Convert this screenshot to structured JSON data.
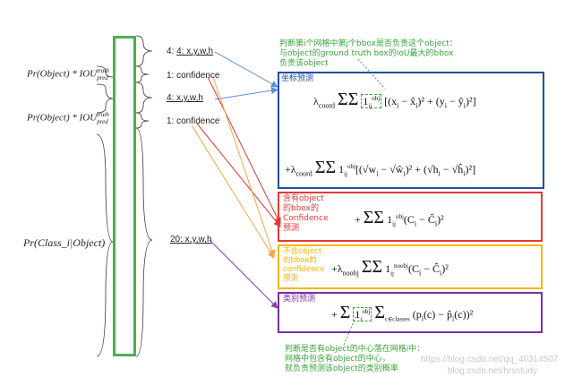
{
  "left_labels": {
    "conf_label_1": "Pr(Object) * IOU",
    "conf_label_2": "Pr(Object) * IOU",
    "iou_sup": "truth",
    "iou_sub": "pred",
    "class_label": "Pr(Class_i|Object)"
  },
  "segments": {
    "seg1": "4: x,y,w,h",
    "seg2": "1: confidence",
    "seg3": "4: x,y,w,h",
    "seg4": "1: confidence",
    "seg5": "20: x,y,w,h"
  },
  "notes": {
    "top_line1": "判断第i个网格中第j个bbox是否负责这个object：",
    "top_line2": "与object的ground truth box的IoU最大的bbox",
    "top_line3": "负责该object",
    "bottom_line1": "判断是否有object的中心落在网格i中：",
    "bottom_line2": "网格中包含有object的中心，",
    "bottom_line3": "就负责预测该object的类别概率"
  },
  "boxes": {
    "coord_title": "坐标预测",
    "obj_line1": "含有object",
    "obj_line2": "的bbox的",
    "obj_line3": "Confidence",
    "obj_line4": "预测",
    "noobj_line1": "不含object",
    "noobj_line2": "的bbox的",
    "noobj_line3": "confidence",
    "noobj_line4": "预测",
    "class_title": "类别预测"
  },
  "formulas": {
    "f1": "λcoord Σ(i=0..S²) Σ(j=0..B) 1ij^obj [(xi − x̂i)² + (yi − ŷi)²]",
    "f2": "+λcoord Σ(i=0..S²) Σ(j=0..B) 1ij^obj [(√wi − √ŵi)² + (√hi − √ĥi)²]",
    "f3": "+ Σ(i=0..S²) Σ(j=0..B) 1ij^obj (Ci − Ĉi)²",
    "f4": "+λnoobj Σ(i=0..S²) Σ(j=0..B) 1ij^noobj (Ci − Ĉi)²",
    "f5": "+ Σ(i=0..S²) 1i^obj Σ(c∈classes) (pi(c) − p̂i(c))²"
  },
  "watermark": {
    "line1": "https://blog.csdn.net/qq_40314507",
    "line2": "blog.csdn.net/hrsstudy"
  },
  "colors": {
    "green": "#4caf50",
    "blue": "#1f4fa8",
    "red": "#e53935",
    "orange": "#f7b500",
    "purple": "#7b2fa6",
    "note_green": "#3aa43a",
    "arrow_blue": "#5b8fd6",
    "arrow_red": "#e53935",
    "arrow_orange": "#f4a64a",
    "arrow_purple": "#8a3fb0"
  }
}
